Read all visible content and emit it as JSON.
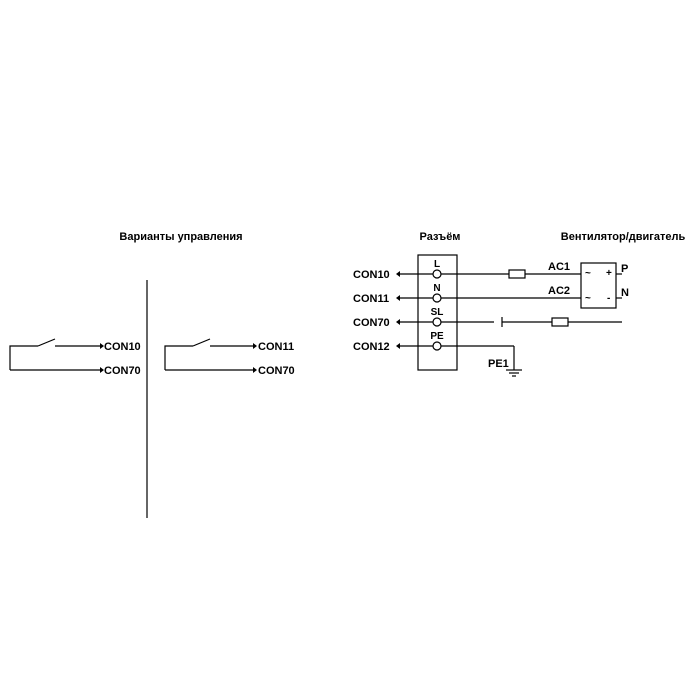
{
  "titles": {
    "control_variants": "Варианты управления",
    "connector": "Разъём",
    "fan_motor": "Вентилятор/двигатель"
  },
  "left_variant_1": {
    "upper": "CON10",
    "lower": "CON70"
  },
  "left_variant_2": {
    "upper": "CON11",
    "lower": "CON70"
  },
  "connector_pins": [
    "L",
    "N",
    "SL",
    "PE"
  ],
  "connector_wires": [
    "CON10",
    "CON11",
    "CON70",
    "CON12"
  ],
  "motor": {
    "ac1": "AC1",
    "ac2": "AC2",
    "p": "P",
    "n": "N",
    "plus": "+",
    "tilde1": "~",
    "tilde2": "~",
    "minus": "-"
  },
  "ground_label": "PE1"
}
